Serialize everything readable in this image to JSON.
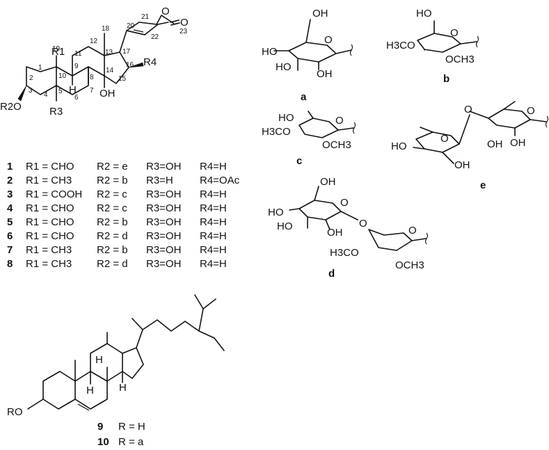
{
  "atoms": {
    "r1": "R1",
    "r2o": "R2O",
    "r3": "R3",
    "r4": "R4",
    "oh": "OH",
    "o_ring": "O",
    "o_carbonyl": "O",
    "h": "H",
    "h_steroid": "H",
    "ro": "RO"
  },
  "atom_numbers": [
    "1",
    "2",
    "3",
    "4",
    "5",
    "6",
    "7",
    "8",
    "9",
    "10",
    "11",
    "12",
    "13",
    "14",
    "15",
    "16",
    "17",
    "18",
    "19",
    "20",
    "21",
    "22",
    "23"
  ],
  "sugars": {
    "a": {
      "tag": "a",
      "groups": [
        "OH",
        "HO",
        "HO",
        "OH",
        "O"
      ]
    },
    "b": {
      "tag": "b",
      "groups": [
        "HO",
        "H3CO",
        "OCH3",
        "O"
      ]
    },
    "c": {
      "tag": "c",
      "groups": [
        "HO",
        "H3CO",
        "OCH3",
        "O"
      ]
    },
    "d": {
      "tag": "d",
      "groups": [
        "OH",
        "HO",
        "HO",
        "OH",
        "O",
        "O",
        "H3CO",
        "OCH3",
        "O"
      ]
    },
    "e": {
      "tag": "e",
      "groups": [
        "O",
        "HO",
        "OH",
        "OH",
        "O",
        "O",
        "OH"
      ]
    }
  },
  "compounds": [
    {
      "id": "1",
      "r1": "R1 = CHO",
      "r2": "R2 = e",
      "r3": "R3=OH",
      "r4": "R4=H"
    },
    {
      "id": "2",
      "r1": "R1 = CH3",
      "r2": "R2 = b",
      "r3": "R3=H",
      "r4": "R4=OAc"
    },
    {
      "id": "3",
      "r1": "R1 = COOH",
      "r2": "R2 = c",
      "r3": "R3=OH",
      "r4": "R4=H"
    },
    {
      "id": "4",
      "r1": "R1 = CHO",
      "r2": "R2 = c",
      "r3": "R3=OH",
      "r4": "R4=H"
    },
    {
      "id": "5",
      "r1": "R1 = CHO",
      "r2": "R2 = b",
      "r3": "R3=OH",
      "r4": "R4=H"
    },
    {
      "id": "6",
      "r1": "R1 = CHO",
      "r2": "R2 = d",
      "r3": "R3=OH",
      "r4": "R4=H"
    },
    {
      "id": "7",
      "r1": "R1 = CH3",
      "r2": "R2 = b",
      "r3": "R3=OH",
      "r4": "R4=H"
    },
    {
      "id": "8",
      "r1": "R1 = CH3",
      "r2": "R2 = d",
      "r3": "R3=OH",
      "r4": "R4=H"
    }
  ],
  "sterols": [
    {
      "id": "9",
      "text": "R = H"
    },
    {
      "id": "10",
      "text": "R = a"
    }
  ]
}
